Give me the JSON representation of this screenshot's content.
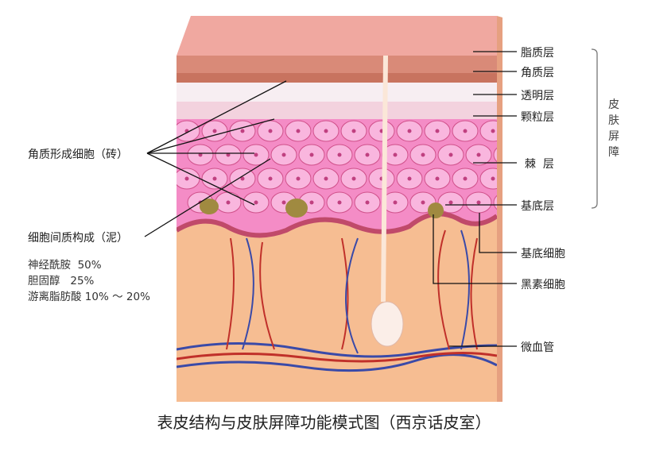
{
  "right_labels": {
    "lipid": "脂质层",
    "corneum": "角质层",
    "lucidum": "透明层",
    "granulosum": "颗粒层",
    "spinosum": "棘  层",
    "basale": "基底层",
    "basal_cell": "基底细胞",
    "melanocyte": "黑素细胞",
    "capillary": "微血管"
  },
  "bracket_label": "皮肤屏障",
  "left_labels": {
    "keratinocyte": "角质形成细胞（砖）",
    "intercellular": "细胞间质构成（泥）"
  },
  "composition": [
    {
      "name": "神经酰胺",
      "value": "50%"
    },
    {
      "name": "胆固醇",
      "value": "25%"
    },
    {
      "name": "游离脂肪酸",
      "value": "10% ～ 20%"
    }
  ],
  "caption": "表皮结构与皮肤屏障功能模式图（西京话皮室）",
  "colors": {
    "lipid": "#e89a8c",
    "corneum": "#c8735f",
    "cells": "#f29ad0",
    "dermis": "#f6bd92",
    "vein": "#3a4aa8",
    "artery": "#c0302a"
  }
}
